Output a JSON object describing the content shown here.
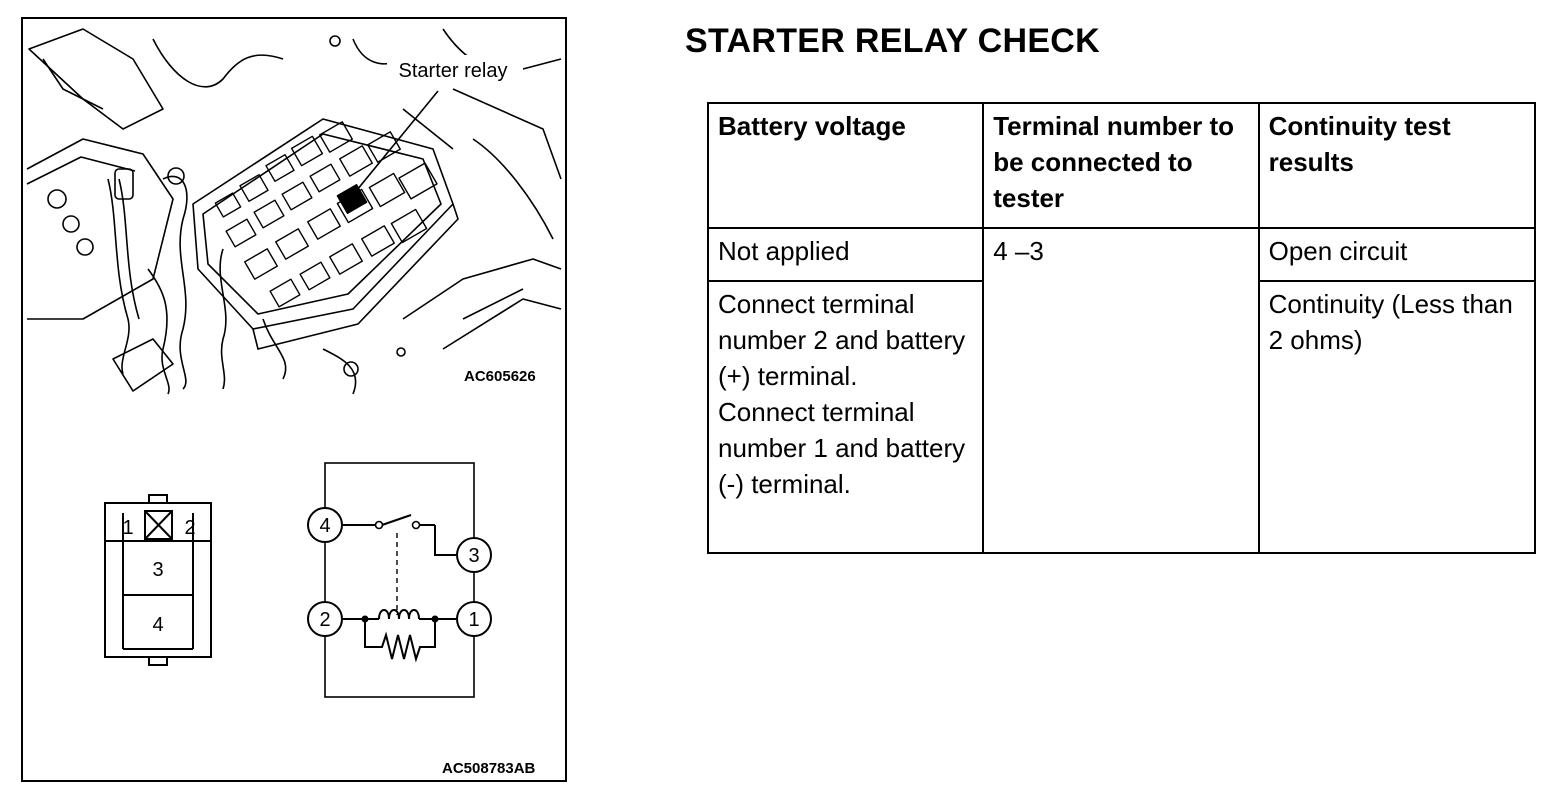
{
  "title": "STARTER RELAY CHECK",
  "figure": {
    "callout_label": "Starter relay",
    "top_code": "AC605626",
    "bottom_code": "AC508783AB",
    "connector_pins": [
      "1",
      "2",
      "3",
      "4"
    ],
    "circuit_terminals": [
      "4",
      "3",
      "2",
      "1"
    ]
  },
  "table": {
    "headers": [
      "Battery voltage",
      "Terminal number to be connected to tester",
      "Continuity test results"
    ],
    "rows": [
      {
        "battery_voltage": "Not applied",
        "terminals": "4 –3",
        "result": "Open circuit"
      },
      {
        "battery_voltage_lines": [
          "Connect terminal number 2 and battery (+) terminal.",
          "Connect terminal number 1 and battery (-) terminal."
        ],
        "result": "Continuity (Less than 2 ohms)"
      }
    ]
  }
}
